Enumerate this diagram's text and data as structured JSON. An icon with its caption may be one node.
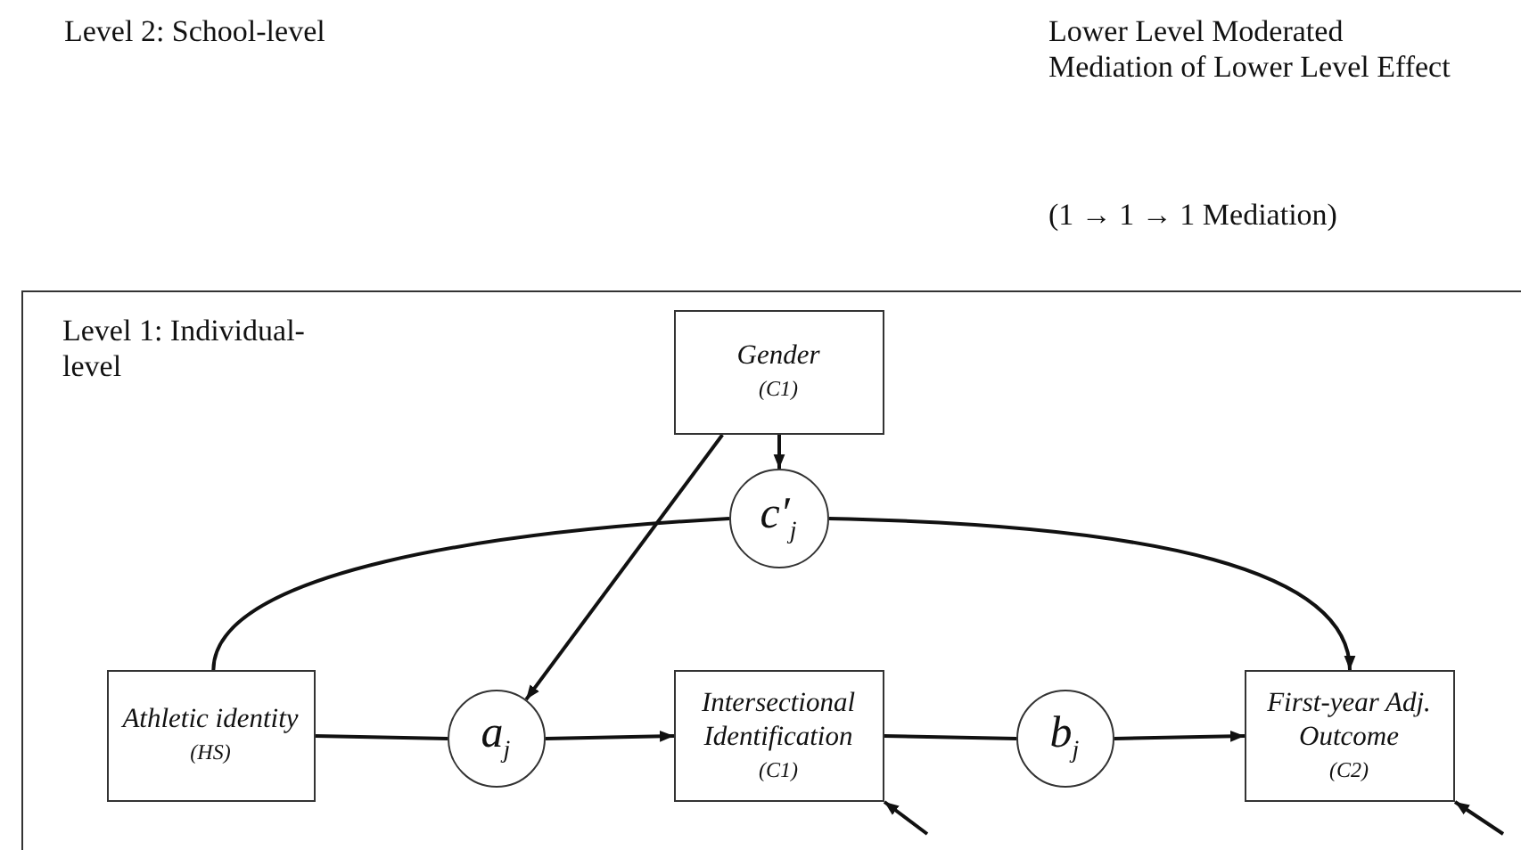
{
  "diagram": {
    "nodes": [
      {
        "text": [
          "Level 1: Individual-level"
        ]
      },
      {
        "text": [
          "Gender",
          "(C1)"
        ],
        "in": 0
      },
      {
        "text": [
          "c′$_{j}$"
        ],
        "in": 0
      },
      {
        "text": [
          "Athletic identity",
          "(HS)"
        ],
        "in": 0
      },
      {
        "text": [
          "a$_{j}$"
        ],
        "in": 0
      },
      {
        "text": [
          "Intersectional Identification",
          "(C1)"
        ],
        "in": 0
      },
      {
        "text": [
          "b$_{j}$"
        ],
        "in": 0
      },
      {
        "text": [
          "First-year Adj. Outcome",
          "(C2)"
        ],
        "in": 0
      }
    ],
    "edges": [
      {
        "from": 1,
        "to": 2,
        "arrow": "to"
      },
      {
        "from": 1,
        "to": 4,
        "arrow": "to"
      },
      {
        "from": 3,
        "to": 2,
        "arrow": "none"
      },
      {
        "from": 2,
        "to": 7,
        "arrow": "to"
      },
      {
        "from": 3,
        "to": 4,
        "arrow": "none"
      },
      {
        "from": 4,
        "to": 5,
        "arrow": "to"
      },
      {
        "from": 5,
        "to": 6,
        "arrow": "none"
      },
      {
        "from": 6,
        "to": 7,
        "arrow": "to"
      },
      {
        "from": null,
        "to": 5,
        "arrow": "to"
      },
      {
        "from": null,
        "to": 7,
        "arrow": "to"
      }
    ],
    "labels": [
      "Level 2: School-level",
      "Lower Level Moderated Mediation of Lower Level Effect",
      "(1 → 1 → 1 Mediation)"
    ]
  }
}
